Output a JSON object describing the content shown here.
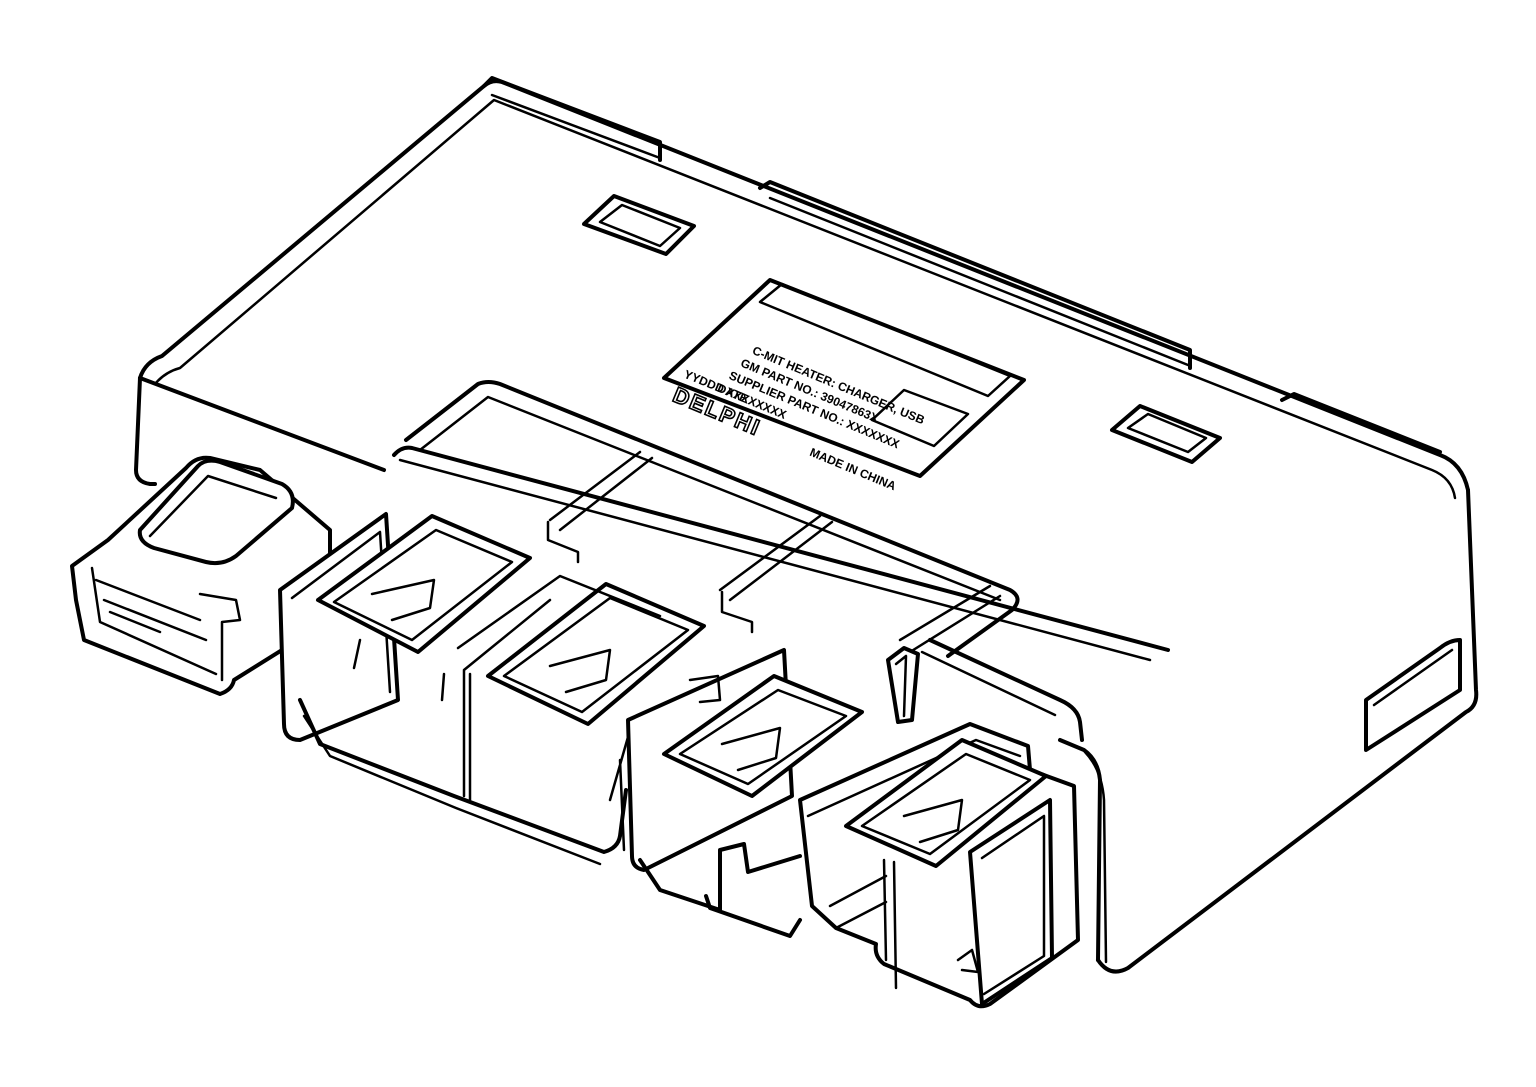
{
  "label": {
    "line1": "C-MIT HEATER: CHARGER, USB",
    "line2": "GM PART NO.: 39047863X",
    "line3": "SUPPLIER PART NO.: XXXXXXX",
    "line4": "DATE",
    "line5": "YYDDD    XXXXXXXX",
    "logo": "DELPHI",
    "origin": "MADE IN CHINA"
  },
  "colors": {
    "line": "#000000",
    "background": "#ffffff"
  }
}
